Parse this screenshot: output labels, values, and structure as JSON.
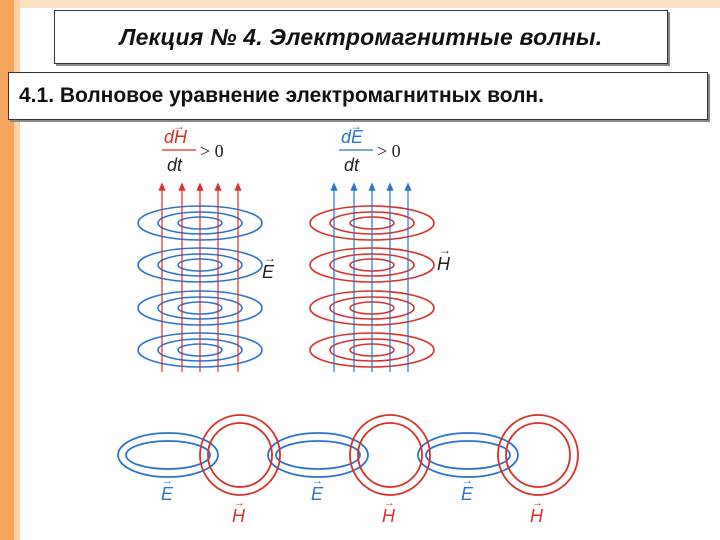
{
  "slide": {
    "title": "Лекция № 4.  Электромагнитные волны.",
    "subtitle": "4.1. Волновое уравнение электромагнитных волн."
  },
  "diagram": {
    "formula_left": {
      "numerator": "dH",
      "denominator": "dt",
      "relation": "> 0"
    },
    "formula_right": {
      "numerator": "dE",
      "denominator": "dt",
      "relation": "> 0"
    },
    "label_e_field": "E",
    "label_h_field": "H",
    "chain_labels_e": [
      "E",
      "E",
      "E"
    ],
    "chain_labels_h": [
      "H",
      "H",
      "H"
    ]
  },
  "colors": {
    "accent_orange": "#f6a55e",
    "blue_field": "#2a74c9",
    "red_field": "#d9302a"
  }
}
